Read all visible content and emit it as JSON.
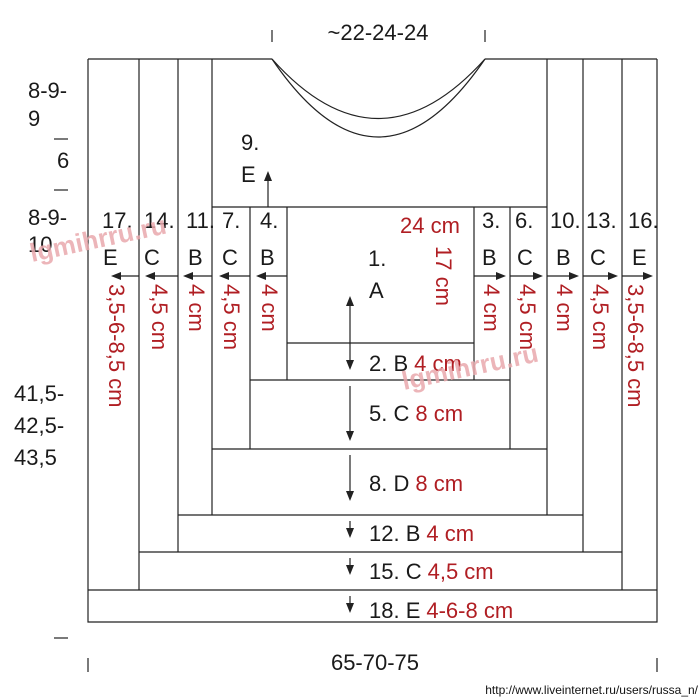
{
  "top_dimension": "~22-24-24",
  "bottom_dimension": "65-70-75",
  "left_dimensions": {
    "shoulder": [
      "8-9-",
      "9"
    ],
    "neck_depth": "6",
    "armhole": [
      "8-9-",
      "10"
    ],
    "body": [
      "41,5-",
      "42,5-",
      "43,5"
    ]
  },
  "center_panel": {
    "number": "1.",
    "color": "A",
    "width": "24 cm",
    "height": "17 cm"
  },
  "side_strips": [
    {
      "number": "17.",
      "color": "E",
      "measure": "3,5-6-8,5 cm"
    },
    {
      "number": "14.",
      "color": "C",
      "measure": "4,5 cm"
    },
    {
      "number": "11.",
      "color": "B",
      "measure": "4 cm"
    },
    {
      "number": "7.",
      "color": "C",
      "measure": "4,5 cm"
    },
    {
      "number": "4.",
      "color": "B",
      "measure": "4 cm"
    },
    {
      "number": "3.",
      "color": "B",
      "measure": "4 cm"
    },
    {
      "number": "6.",
      "color": "C",
      "measure": "4,5 cm"
    },
    {
      "number": "10.",
      "color": "B",
      "measure": "4 cm"
    },
    {
      "number": "13.",
      "color": "C",
      "measure": "4,5 cm"
    },
    {
      "number": "16.",
      "color": "E",
      "measure": "3,5-6-8,5 cm"
    }
  ],
  "bottom_strips": [
    {
      "label": "2. B",
      "measure": "4 cm"
    },
    {
      "label": "5. C",
      "measure": "8 cm"
    },
    {
      "label": "8. D",
      "measure": "8 cm"
    },
    {
      "label": "12. B",
      "measure": "4 cm"
    },
    {
      "label": "15. C",
      "measure": "4,5 cm"
    },
    {
      "label": "18. E",
      "measure": "4-6-8 cm"
    }
  ],
  "top_strip": {
    "number": "9.",
    "color": "E"
  },
  "watermarks": [
    "lgmihrru.ru",
    "lgmihrru.ru"
  ],
  "source_caption": "http://www.liveinternet.ru/users/russa_n/",
  "colors": {
    "line": "#222222",
    "accent": "#b01e23",
    "watermark": "#e9a9ad"
  }
}
